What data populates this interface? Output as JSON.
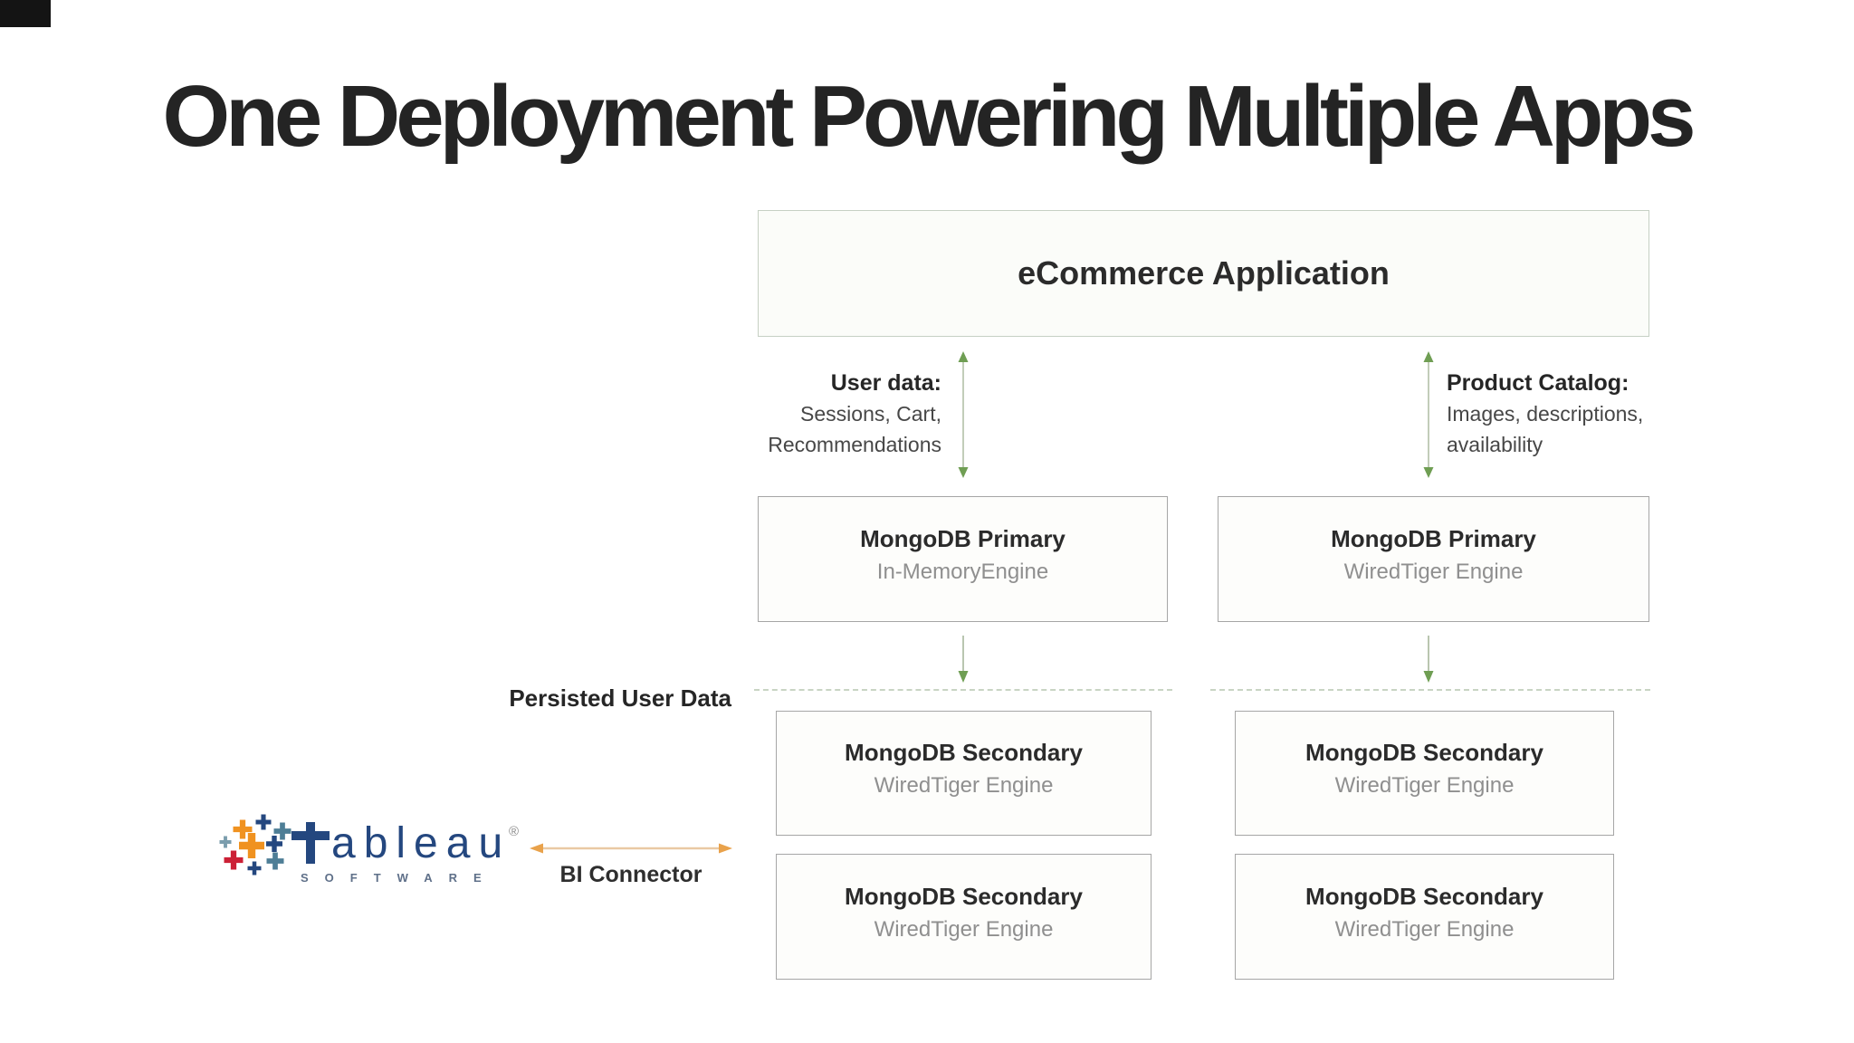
{
  "page": {
    "title": "One Deployment Powering Multiple Apps"
  },
  "app_box": {
    "label": "eCommerce Application"
  },
  "flow_left": {
    "heading": "User data:",
    "line1": "Sessions, Cart,",
    "line2": "Recommendations"
  },
  "flow_right": {
    "heading": "Product Catalog:",
    "line1": "Images, descriptions,",
    "line2": "availability"
  },
  "primaries": [
    {
      "title": "MongoDB Primary",
      "engine": "In-MemoryEngine"
    },
    {
      "title": "MongoDB Primary",
      "engine": "WiredTiger Engine"
    }
  ],
  "persisted_label": "Persisted User Data",
  "secondaries": [
    {
      "title": "MongoDB Secondary",
      "engine": "WiredTiger Engine"
    },
    {
      "title": "MongoDB Secondary",
      "engine": "WiredTiger Engine"
    },
    {
      "title": "MongoDB Secondary",
      "engine": "WiredTiger Engine"
    },
    {
      "title": "MongoDB Secondary",
      "engine": "WiredTiger Engine"
    }
  ],
  "bi_connector": {
    "label": "BI Connector"
  },
  "tableau": {
    "brand": "tableau",
    "wordmark_rest": "ableau",
    "registered": "®",
    "subtext": "SOFTWARE"
  },
  "icons": {
    "flow_arrow": "up-down-arrow",
    "replication_arrow": "down-arrow",
    "bi_arrow": "left-right-arrow",
    "tableau_mark": "plus-burst"
  },
  "colors": {
    "title_text": "#242424",
    "box_border": "#a6a6a6",
    "app_box_border": "#c6d0c4",
    "muted_engine_text": "#8f8f8f",
    "arrow_green_head": "#6f9e53",
    "arrow_green_shaft": "#c2cdb9",
    "dashed_line": "#c8d4c3",
    "connector_orange": "#e9a24b",
    "connector_orange_shaft": "#eac9a4",
    "tableau_navy": "#24477f",
    "tableau_orange": "#f09220",
    "tableau_red": "#cc2036",
    "tableau_steel": "#4e7e96",
    "tableau_slate": "#7b9dad"
  }
}
